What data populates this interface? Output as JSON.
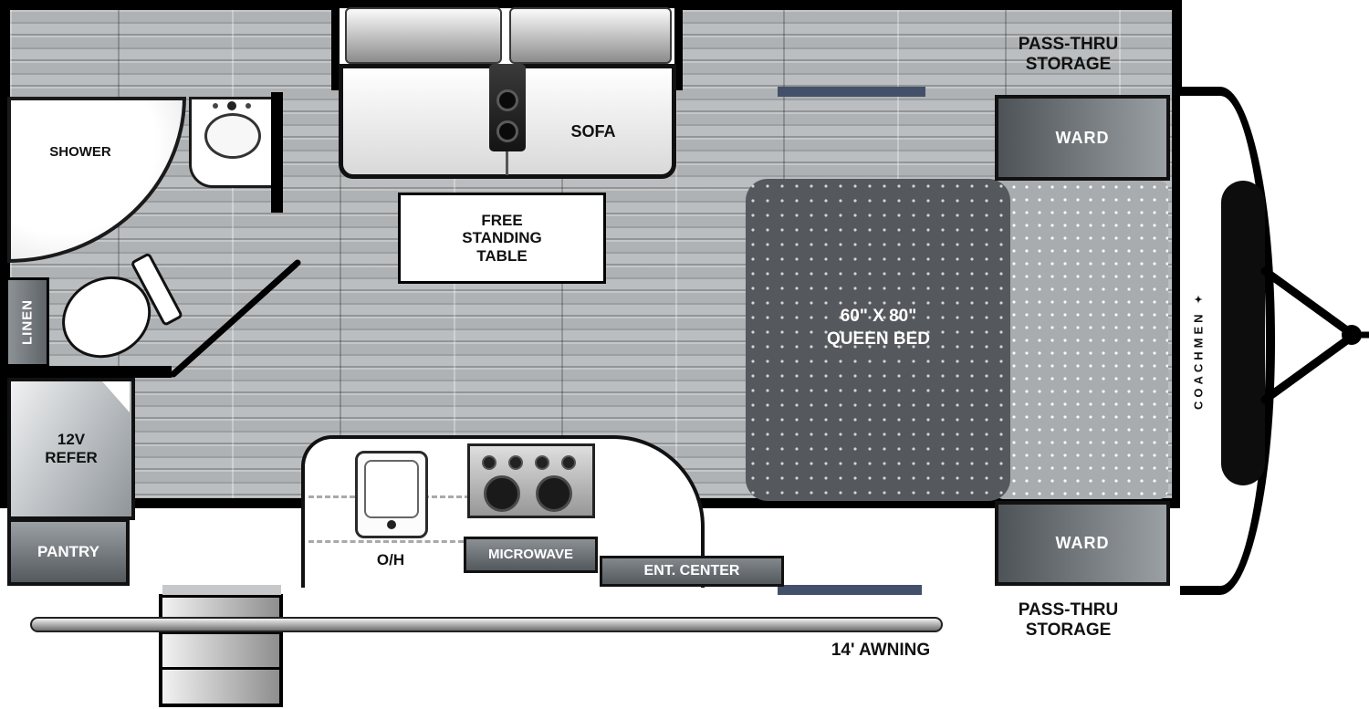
{
  "brand": {
    "name": "COACHMEN",
    "logo_icon": "✦"
  },
  "exterior": {
    "pass_thru_top": "PASS-THRU\nSTORAGE",
    "pass_thru_bottom": "PASS-THRU\nSTORAGE",
    "awning": "14' AWNING"
  },
  "living": {
    "sofa": "SOFA",
    "table": "FREE\nSTANDING\nTABLE",
    "ent_center": "ENT. CENTER"
  },
  "kitchen": {
    "oh": "O/H",
    "microwave": "MICROWAVE",
    "pantry": "PANTRY",
    "refer": "12V\nREFER"
  },
  "bath": {
    "shower": "SHOWER",
    "linen": "LINEN"
  },
  "bedroom": {
    "ward_top": "WARD",
    "ward_bottom": "WARD",
    "bed": "60\" X 80\"\nQUEEN BED"
  },
  "colors": {
    "wall": "#000000",
    "floor": "#b6b9bb",
    "window": "#44506a",
    "fixture_dark": "#54595d",
    "bed": "#55585c",
    "pillow": "#a8acaf"
  }
}
